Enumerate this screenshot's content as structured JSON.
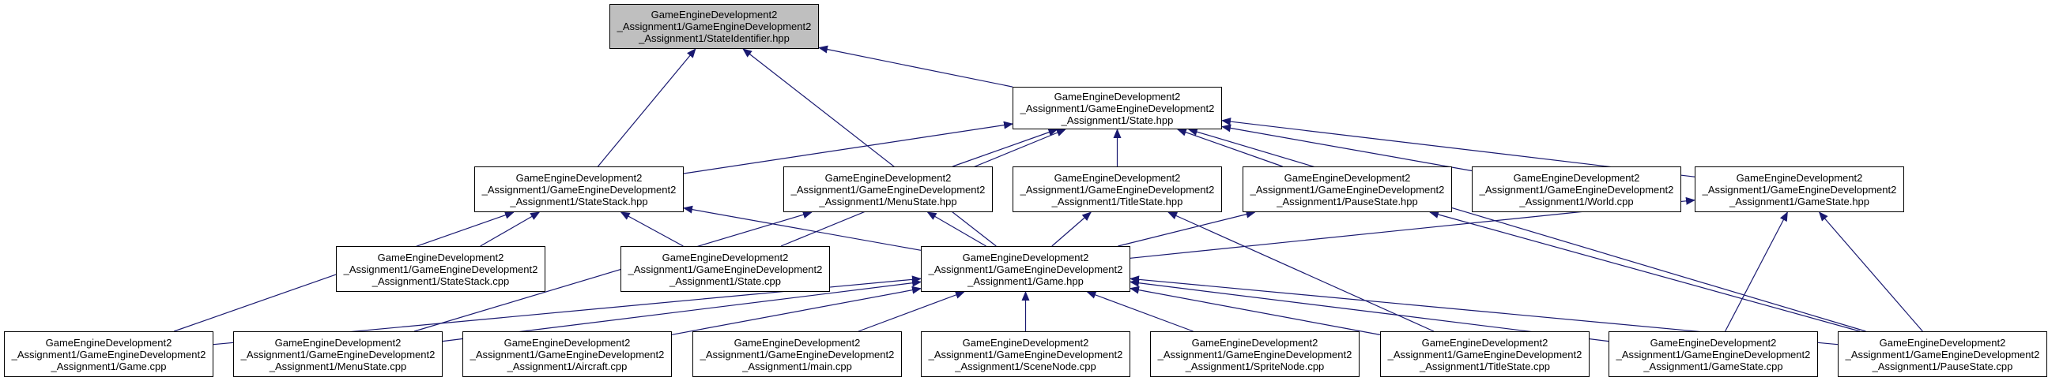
{
  "graph": {
    "edge_color": "#191970",
    "root_fill": "#bfbfbf",
    "nodes": {
      "stateidentifier_hpp": {
        "lines": [
          "GameEngineDevelopment2",
          "_Assignment1/GameEngineDevelopment2",
          "_Assignment1/StateIdentifier.hpp"
        ]
      },
      "state_hpp": {
        "lines": [
          "GameEngineDevelopment2",
          "_Assignment1/GameEngineDevelopment2",
          "_Assignment1/State.hpp"
        ]
      },
      "statestack_hpp": {
        "lines": [
          "GameEngineDevelopment2",
          "_Assignment1/GameEngineDevelopment2",
          "_Assignment1/StateStack.hpp"
        ]
      },
      "menustate_hpp": {
        "lines": [
          "GameEngineDevelopment2",
          "_Assignment1/GameEngineDevelopment2",
          "_Assignment1/MenuState.hpp"
        ]
      },
      "titlestate_hpp": {
        "lines": [
          "GameEngineDevelopment2",
          "_Assignment1/GameEngineDevelopment2",
          "_Assignment1/TitleState.hpp"
        ]
      },
      "pausestate_hpp": {
        "lines": [
          "GameEngineDevelopment2",
          "_Assignment1/GameEngineDevelopment2",
          "_Assignment1/PauseState.hpp"
        ]
      },
      "world_cpp": {
        "lines": [
          "GameEngineDevelopment2",
          "_Assignment1/GameEngineDevelopment2",
          "_Assignment1/World.cpp"
        ]
      },
      "gamestate_hpp": {
        "lines": [
          "GameEngineDevelopment2",
          "_Assignment1/GameEngineDevelopment2",
          "_Assignment1/GameState.hpp"
        ]
      },
      "statestack_cpp": {
        "lines": [
          "GameEngineDevelopment2",
          "_Assignment1/GameEngineDevelopment2",
          "_Assignment1/StateStack.cpp"
        ]
      },
      "state_cpp": {
        "lines": [
          "GameEngineDevelopment2",
          "_Assignment1/GameEngineDevelopment2",
          "_Assignment1/State.cpp"
        ]
      },
      "game_hpp": {
        "lines": [
          "GameEngineDevelopment2",
          "_Assignment1/GameEngineDevelopment2",
          "_Assignment1/Game.hpp"
        ]
      },
      "game_cpp": {
        "lines": [
          "GameEngineDevelopment2",
          "_Assignment1/GameEngineDevelopment2",
          "_Assignment1/Game.cpp"
        ]
      },
      "menustate_cpp": {
        "lines": [
          "GameEngineDevelopment2",
          "_Assignment1/GameEngineDevelopment2",
          "_Assignment1/MenuState.cpp"
        ]
      },
      "aircraft_cpp": {
        "lines": [
          "GameEngineDevelopment2",
          "_Assignment1/GameEngineDevelopment2",
          "_Assignment1/Aircraft.cpp"
        ]
      },
      "main_cpp": {
        "lines": [
          "GameEngineDevelopment2",
          "_Assignment1/GameEngineDevelopment2",
          "_Assignment1/main.cpp"
        ]
      },
      "scenenode_cpp": {
        "lines": [
          "GameEngineDevelopment2",
          "_Assignment1/GameEngineDevelopment2",
          "_Assignment1/SceneNode.cpp"
        ]
      },
      "spritenode_cpp": {
        "lines": [
          "GameEngineDevelopment2",
          "_Assignment1/GameEngineDevelopment2",
          "_Assignment1/SpriteNode.cpp"
        ]
      },
      "titlestate_cpp": {
        "lines": [
          "GameEngineDevelopment2",
          "_Assignment1/GameEngineDevelopment2",
          "_Assignment1/TitleState.cpp"
        ]
      },
      "gamestate_cpp": {
        "lines": [
          "GameEngineDevelopment2",
          "_Assignment1/GameEngineDevelopment2",
          "_Assignment1/GameState.cpp"
        ]
      },
      "pausestate_cpp": {
        "lines": [
          "GameEngineDevelopment2",
          "_Assignment1/GameEngineDevelopment2",
          "_Assignment1/PauseState.cpp"
        ]
      }
    },
    "edges": [
      [
        "state_hpp",
        "stateidentifier_hpp"
      ],
      [
        "statestack_hpp",
        "stateidentifier_hpp"
      ],
      [
        "game_hpp",
        "stateidentifier_hpp"
      ],
      [
        "statestack_hpp",
        "state_hpp"
      ],
      [
        "state_cpp",
        "state_hpp"
      ],
      [
        "menustate_hpp",
        "state_hpp"
      ],
      [
        "titlestate_hpp",
        "state_hpp"
      ],
      [
        "pausestate_hpp",
        "state_hpp"
      ],
      [
        "world_cpp",
        "state_hpp"
      ],
      [
        "gamestate_hpp",
        "state_hpp"
      ],
      [
        "pausestate_cpp",
        "state_hpp"
      ],
      [
        "statestack_cpp",
        "statestack_hpp"
      ],
      [
        "state_cpp",
        "statestack_hpp"
      ],
      [
        "game_hpp",
        "statestack_hpp"
      ],
      [
        "game_cpp",
        "statestack_hpp"
      ],
      [
        "game_hpp",
        "menustate_hpp"
      ],
      [
        "menustate_cpp",
        "menustate_hpp"
      ],
      [
        "game_hpp",
        "titlestate_hpp"
      ],
      [
        "titlestate_cpp",
        "titlestate_hpp"
      ],
      [
        "game_hpp",
        "pausestate_hpp"
      ],
      [
        "pausestate_cpp",
        "pausestate_hpp"
      ],
      [
        "game_hpp",
        "gamestate_hpp"
      ],
      [
        "gamestate_cpp",
        "gamestate_hpp"
      ],
      [
        "pausestate_cpp",
        "gamestate_hpp"
      ],
      [
        "game_cpp",
        "game_hpp"
      ],
      [
        "menustate_cpp",
        "game_hpp"
      ],
      [
        "aircraft_cpp",
        "game_hpp"
      ],
      [
        "main_cpp",
        "game_hpp"
      ],
      [
        "scenenode_cpp",
        "game_hpp"
      ],
      [
        "spritenode_cpp",
        "game_hpp"
      ],
      [
        "titlestate_cpp",
        "game_hpp"
      ],
      [
        "gamestate_cpp",
        "game_hpp"
      ],
      [
        "pausestate_cpp",
        "game_hpp"
      ]
    ]
  }
}
